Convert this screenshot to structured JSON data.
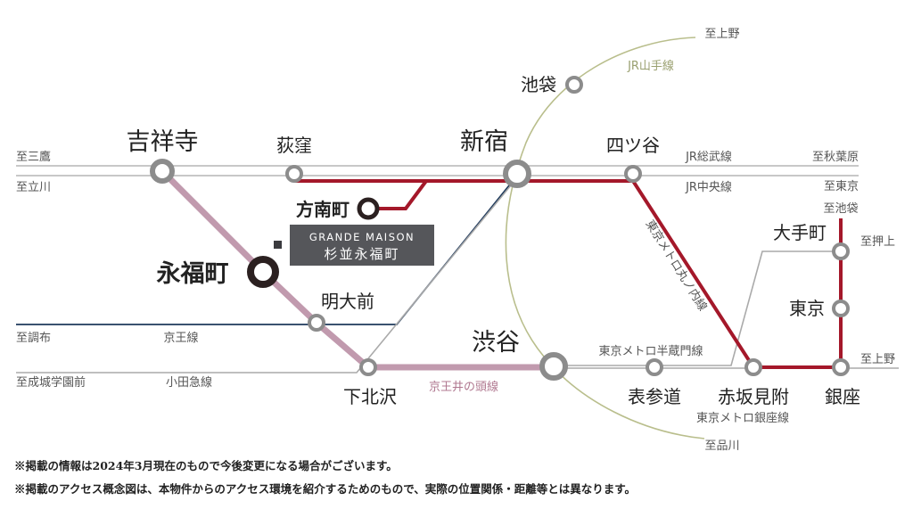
{
  "colors": {
    "jr_gray": "#b5b5b5",
    "yamanote": "#b9be8c",
    "marunouchi": "#a4182a",
    "inokashira": "#c19aae",
    "keio": "#1f3a5c",
    "odakyu_hanzomon_ginza": "#aaaaaa",
    "property_box": "#55565a"
  },
  "directions": {
    "ueno_top": "至上野",
    "mitaka": "至三鷹",
    "tachikawa": "至立川",
    "akihabara": "至秋葉原",
    "tokyo": "至東京",
    "ikebukuro": "至池袋",
    "oshiage": "至押上",
    "chofu": "至調布",
    "seijogakuen": "至成城学園前",
    "ueno_right": "至上野",
    "shinagawa": "至品川"
  },
  "lines": {
    "yamanote": "JR山手線",
    "sobu": "JR総武線",
    "chuo": "JR中央線",
    "marunouchi": "東京メトロ丸ノ内線",
    "keio": "京王線",
    "odakyu": "小田急線",
    "inokashira": "京王井の頭線",
    "hanzomon": "東京メトロ半蔵門線",
    "ginza": "東京メトロ銀座線"
  },
  "stations": {
    "kichijoji": "吉祥寺",
    "ogikubo": "荻窪",
    "shinjuku": "新宿",
    "yotsuya": "四ツ谷",
    "ikebukuro": "池袋",
    "honancho": "方南町",
    "eifukucho": "永福町",
    "meidaimae": "明大前",
    "shimokitazawa": "下北沢",
    "shibuya": "渋谷",
    "omotesando": "表参道",
    "akasakamitsuke": "赤坂見附",
    "ginza": "銀座",
    "otemachi": "大手町",
    "tokyo": "東京"
  },
  "property": {
    "name_en": "GRANDE MAISON",
    "name_ja": "杉並永福町"
  },
  "notes": [
    "※掲載の情報は2024年3月現在のもので今後変更になる場合がございます。",
    "※掲載のアクセス概念図は、本物件からのアクセス環境を紹介するためのもので、実際の位置関係・距離等とは異なります。"
  ]
}
